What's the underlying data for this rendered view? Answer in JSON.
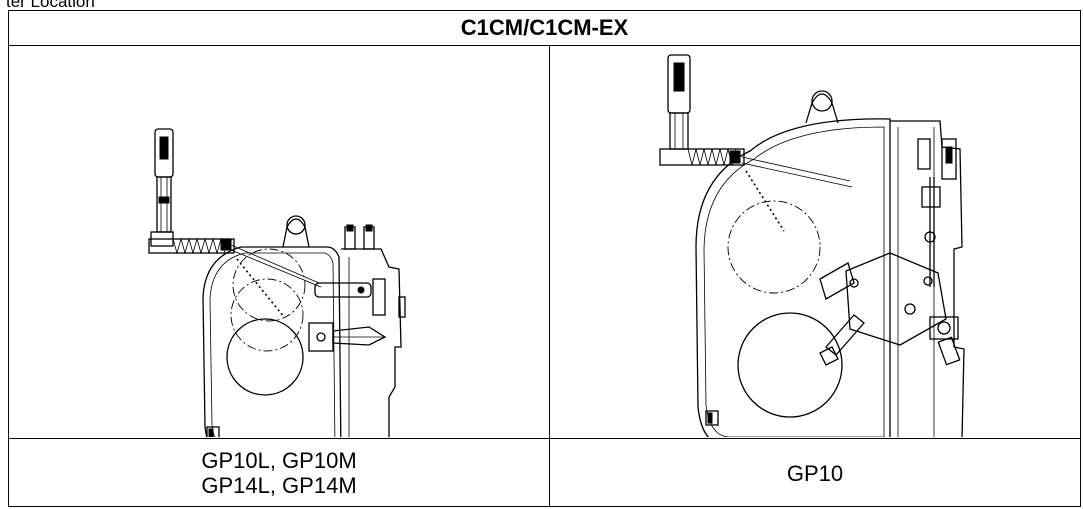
{
  "caption_top": "ter Location",
  "table": {
    "header": "C1CM/C1CM-EX",
    "left_caption_lines": [
      "GP10L, GP10M",
      "GP14L, GP14M"
    ],
    "right_caption": "GP10"
  }
}
